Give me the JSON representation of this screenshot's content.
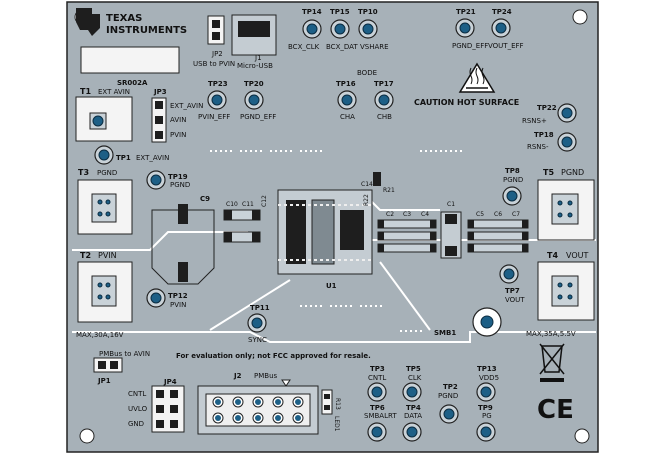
{
  "board": {
    "logo_line1": "TEXAS",
    "logo_line2": "INSTRUMENTS",
    "caution": "CAUTION HOT SURFACE",
    "fcc_note": "For evaluation only; not FCC approved for resale.",
    "max_in": "MAX,30A,16V",
    "max_out": "MAX,35A,5.5V",
    "bode": "BODE",
    "colors": {
      "board": "#a7b1b8",
      "pad": "#1d5f86",
      "silk": "#ffffff"
    }
  },
  "testpoints": [
    {
      "ref": "TP14",
      "net": "BCX_CLK"
    },
    {
      "ref": "TP15",
      "net": "BCX_DAT"
    },
    {
      "ref": "TP10",
      "net": "VSHARE"
    },
    {
      "ref": "TP21",
      "net": "PGND_EFF"
    },
    {
      "ref": "TP24",
      "net": "VOUT_EFF"
    },
    {
      "ref": "TP23",
      "net": "PVIN_EFF"
    },
    {
      "ref": "TP20",
      "net": "PGND_EFF"
    },
    {
      "ref": "TP16",
      "net": "CHA"
    },
    {
      "ref": "TP17",
      "net": "CHB"
    },
    {
      "ref": "TP22",
      "net": "RSNS+"
    },
    {
      "ref": "TP18",
      "net": "RSNS-"
    },
    {
      "ref": "TP1",
      "net": "EXT_AVIN"
    },
    {
      "ref": "TP19",
      "net": "PGND"
    },
    {
      "ref": "TP8",
      "net": "PGND"
    },
    {
      "ref": "TP12",
      "net": "PVIN"
    },
    {
      "ref": "TP7",
      "net": "VOUT"
    },
    {
      "ref": "TP11",
      "net": "SYNC"
    },
    {
      "ref": "TP3",
      "net": "CNTL"
    },
    {
      "ref": "TP5",
      "net": "CLK"
    },
    {
      "ref": "TP2",
      "net": "PGND"
    },
    {
      "ref": "TP13",
      "net": "VDD5"
    },
    {
      "ref": "TP6",
      "net": "SMBALRT"
    },
    {
      "ref": "TP4",
      "net": "DATA"
    },
    {
      "ref": "TP9",
      "net": "PG"
    }
  ],
  "connectors": {
    "jp2": {
      "ref": "JP2",
      "desc": "USB to PVIN"
    },
    "j1": {
      "ref": "J1",
      "desc": "Micro-USB"
    },
    "jp3": {
      "ref": "JP3",
      "pins": [
        "EXT_AVIN",
        "AVIN",
        "PVIN"
      ]
    },
    "sr": "SR002A",
    "t1": {
      "ref": "T1",
      "desc": "EXT AVIN"
    },
    "t3": {
      "ref": "T3",
      "desc": "PGND"
    },
    "t2": {
      "ref": "T2",
      "desc": "PVIN"
    },
    "t5": {
      "ref": "T5",
      "desc": "PGND"
    },
    "t4": {
      "ref": "T4",
      "desc": "VOUT"
    },
    "jp1": {
      "ref": "JP1",
      "desc": "PMBus to AVIN"
    },
    "jp4": {
      "ref": "JP4",
      "pins": [
        "CNTL",
        "UVLO",
        "GND"
      ]
    },
    "j2": {
      "ref": "J2",
      "desc": "PMBus"
    }
  },
  "components": [
    "C9",
    "C10",
    "C11",
    "C12",
    "C14",
    "R21",
    "R22",
    "C2",
    "C3",
    "C4",
    "C1",
    "C5",
    "C6",
    "C7",
    "U1",
    "SMB1",
    "R13",
    "LED1"
  ]
}
